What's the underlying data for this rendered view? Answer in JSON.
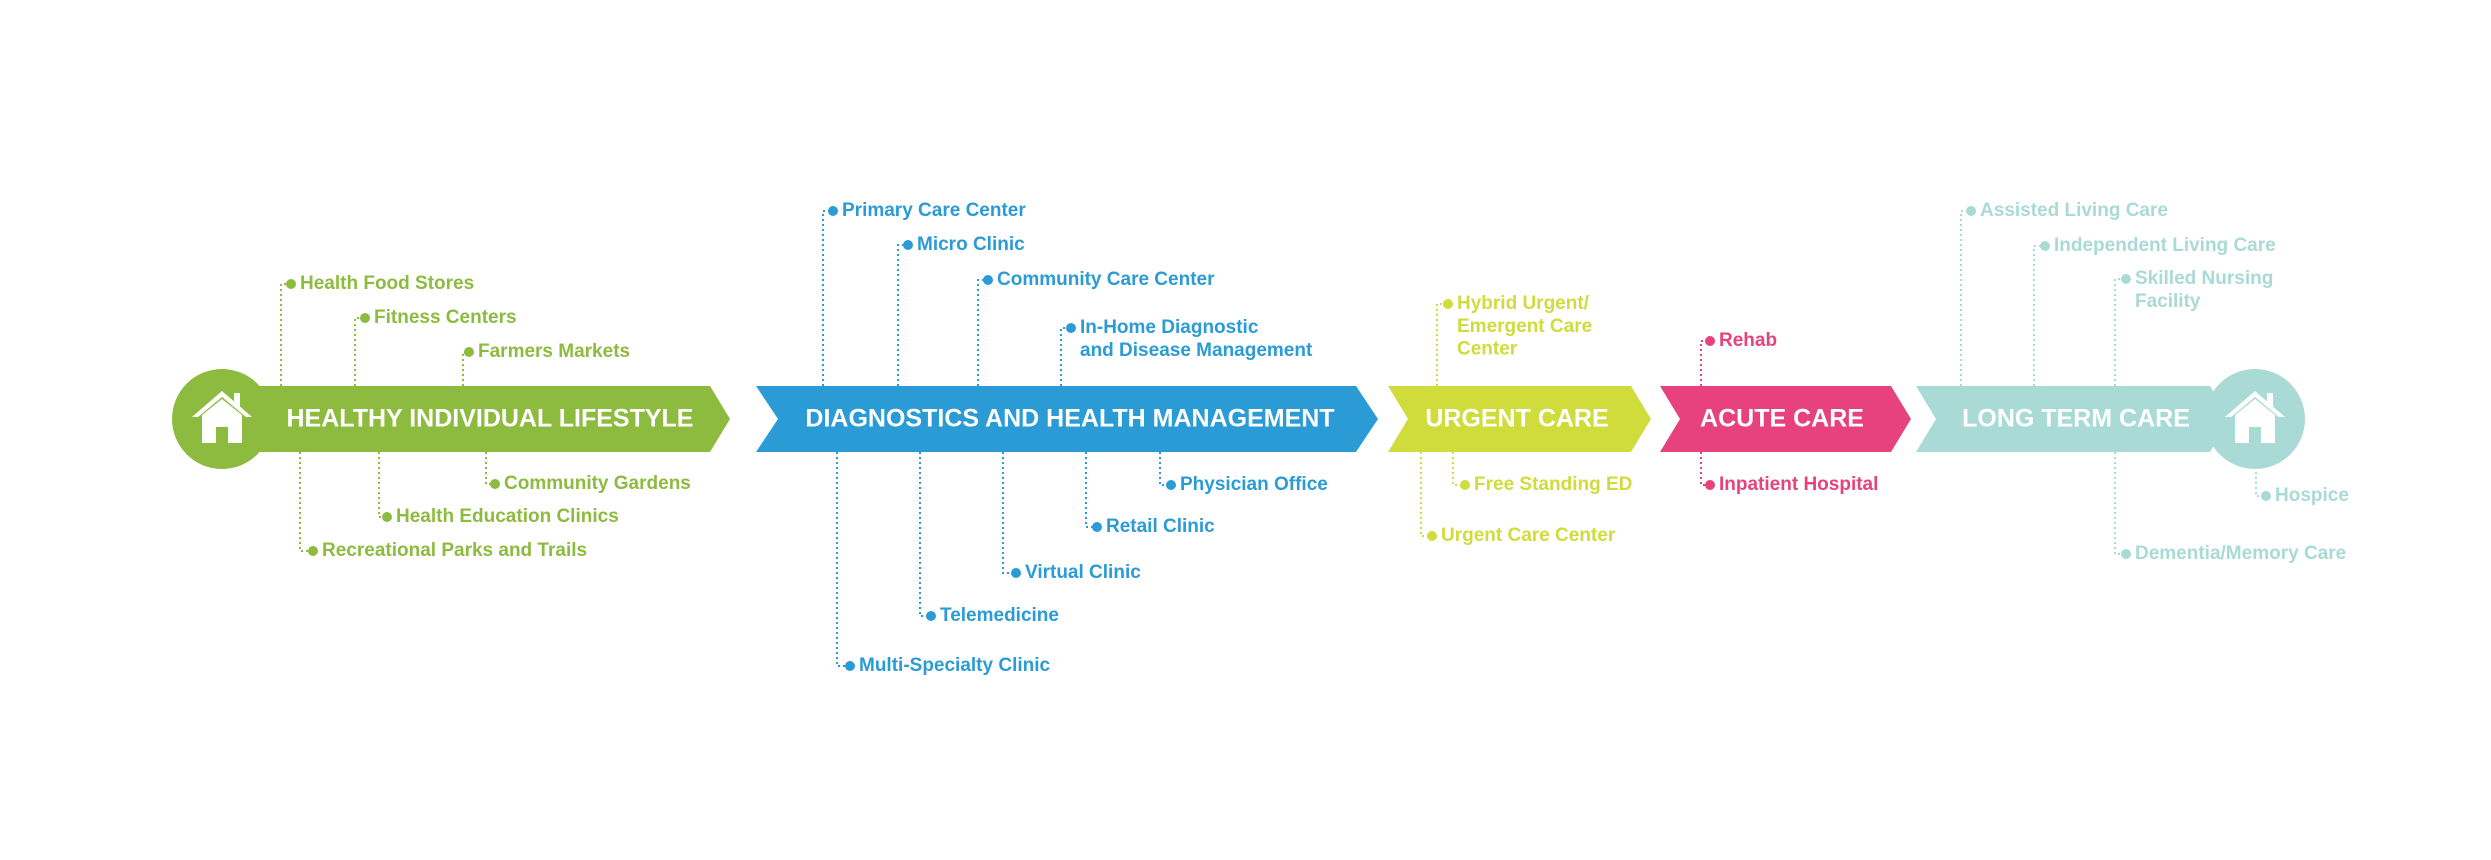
{
  "colors": {
    "healthy": "#8dbb3f",
    "diagnostics": "#2b9bd6",
    "urgent": "#cfdc3b",
    "acute": "#e7427b",
    "longterm": "#a9dad5",
    "home_icon": "#ffffff"
  },
  "icons": [
    "home-icon",
    "home-icon"
  ],
  "stages": [
    {
      "id": "healthy",
      "label": "HEALTHY INDIVIDUAL LIFESTYLE",
      "color": "#8dbb3f",
      "above": [
        "Health Food Stores",
        "Fitness Centers",
        "Farmers Markets"
      ],
      "below": [
        "Community Gardens",
        "Health Education Clinics",
        "Recreational Parks and Trails"
      ]
    },
    {
      "id": "diagnostics",
      "label": "DIAGNOSTICS AND HEALTH MANAGEMENT",
      "color": "#2b9bd6",
      "above": [
        "Primary Care Center",
        "Micro Clinic",
        "Community Care Center",
        "In-Home Diagnostic\nand Disease Management"
      ],
      "below": [
        "Physician Office",
        "Retail Clinic",
        "Virtual Clinic",
        "Telemedicine",
        "Multi-Specialty Clinic"
      ]
    },
    {
      "id": "urgent",
      "label": "URGENT CARE",
      "color": "#cfdc3b",
      "above": [
        "Hybrid Urgent/\nEmergent Care\nCenter"
      ],
      "below": [
        "Free Standing ED",
        "Urgent Care Center"
      ]
    },
    {
      "id": "acute",
      "label": "ACUTE CARE",
      "color": "#e7427b",
      "above": [
        "Rehab"
      ],
      "below": [
        "Inpatient Hospital"
      ]
    },
    {
      "id": "longterm",
      "label": "LONG TERM CARE",
      "color": "#a9dad5",
      "above": [
        "Assisted Living Care",
        "Independent Living Care",
        "Skilled Nursing\nFacility"
      ],
      "below": [
        "Hospice",
        "Dementia/Memory Care"
      ]
    }
  ]
}
